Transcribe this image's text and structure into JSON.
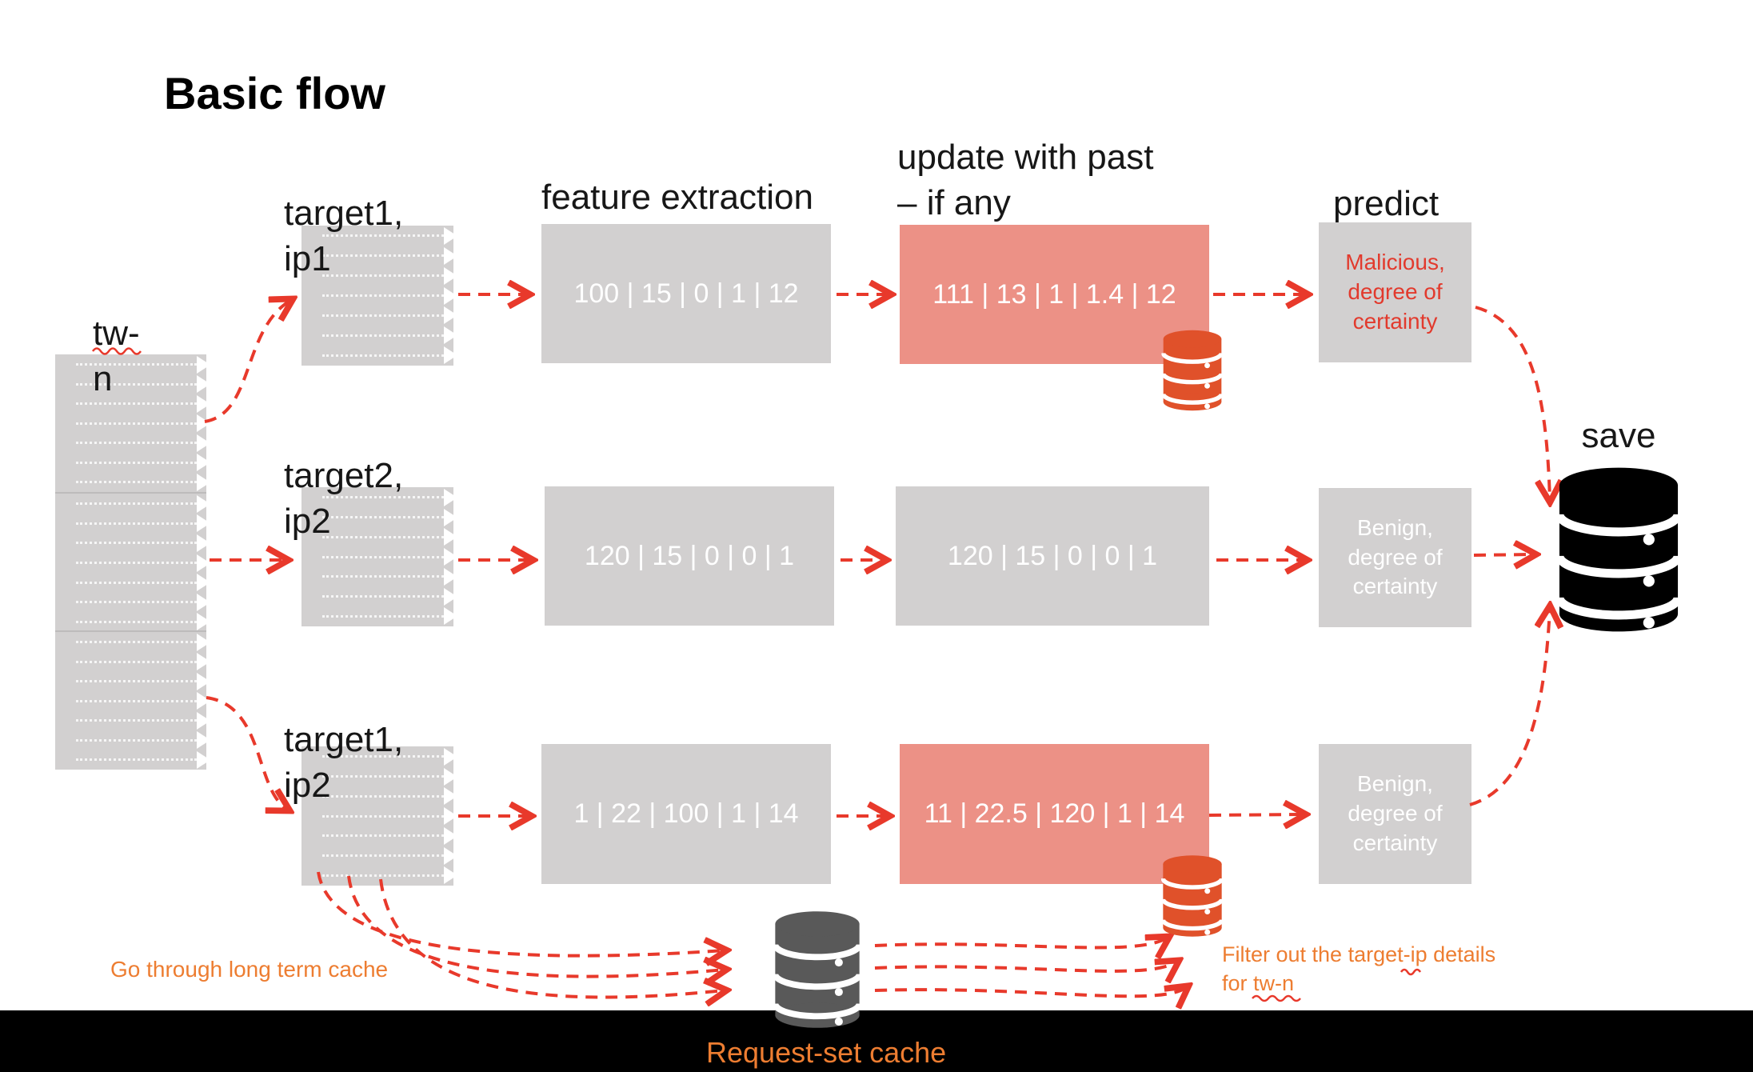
{
  "title": "Basic flow",
  "source": {
    "label": "tw-\nn"
  },
  "columns": {
    "feature_extraction": "feature extraction",
    "update_with_past": "update with past\n– if any",
    "predict": "predict",
    "save": "save"
  },
  "rows": [
    {
      "label": "target1,\nip1",
      "features": "100 | 15 | 0 | 1 | 12",
      "updated": "111 | 13 | 1 | 1.4 | 12",
      "prediction": "Malicious,\ndegree of\ncertainty"
    },
    {
      "label": "target2,\nip2",
      "features": "120 | 15 | 0 | 0 | 1",
      "updated": "120 | 15 | 0 | 0 | 1",
      "prediction": "Benign,\ndegree of\ncertainty"
    },
    {
      "label": "target1,\nip2",
      "features": "1 | 22 | 100 | 1 | 14",
      "updated": "11 | 22.5 | 120 | 1 | 14",
      "prediction": "Benign,\ndegree of\ncertainty"
    }
  ],
  "annotations": {
    "long_term_cache": "Go through long term cache",
    "request_set_cache": "Request-set cache",
    "filter_out": "Filter out the target-ip details\nfor tw-n"
  },
  "icons": {
    "save_db": "database-cylinder-stack",
    "request_cache_db": "database-cylinder-stack",
    "update_db_row1": "database-cylinder-stack",
    "update_db_row3": "database-cylinder-stack"
  },
  "colors": {
    "box-gray": "#D2D0D0",
    "box-salmon": "#EC9186",
    "arrow-red": "#E8392B",
    "malicious-red": "#E23A2D",
    "annotation-orange": "#ED7D31",
    "db-orange": "#E0512A",
    "db-gray": "#595959",
    "db-black": "#000000"
  }
}
